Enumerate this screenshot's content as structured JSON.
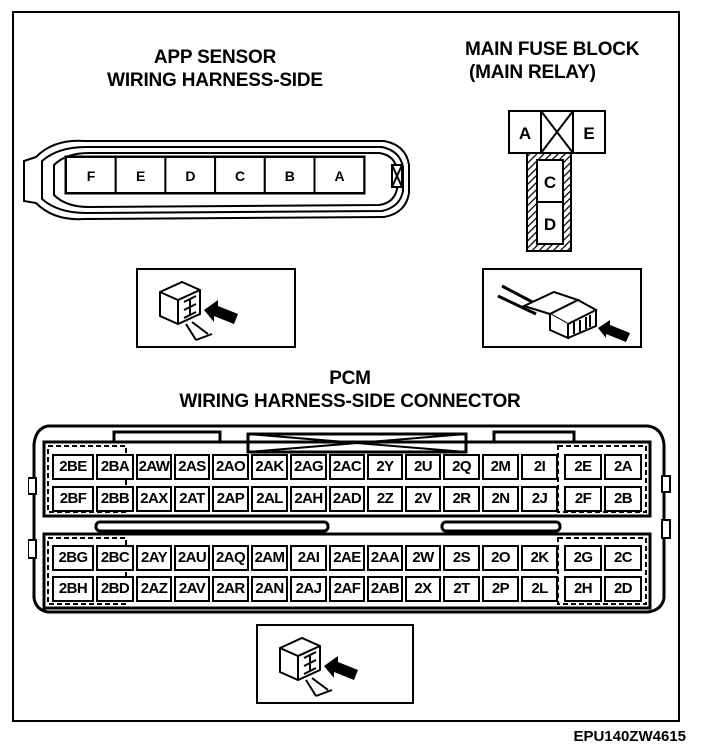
{
  "app_sensor": {
    "title_line1": "APP SENSOR",
    "title_line2": "WIRING HARNESS-SIDE",
    "terminals": [
      "F",
      "E",
      "D",
      "C",
      "B",
      "A"
    ],
    "end_marker": "blocked-terminal"
  },
  "main_fuse_block": {
    "title_line1": "MAIN FUSE BLOCK",
    "title_line2": "(MAIN RELAY)",
    "top_row": [
      "A",
      "",
      "E"
    ],
    "blocked_position": 1,
    "column": [
      "C",
      "D"
    ]
  },
  "pcm": {
    "title_line1": "PCM",
    "title_line2": "WIRING HARNESS-SIDE CONNECTOR",
    "upper_block": {
      "row1": [
        "2BE",
        "2BA",
        "2AW",
        "2AS",
        "2AO",
        "2AK",
        "2AG",
        "2AC",
        "2Y",
        "2U",
        "2Q",
        "2M",
        "2I",
        "2E",
        "2A"
      ],
      "row2": [
        "2BF",
        "2BB",
        "2AX",
        "2AT",
        "2AP",
        "2AL",
        "2AH",
        "2AD",
        "2Z",
        "2V",
        "2R",
        "2N",
        "2J",
        "2F",
        "2B"
      ]
    },
    "lower_block": {
      "row1": [
        "2BG",
        "2BC",
        "2AY",
        "2AU",
        "2AQ",
        "2AM",
        "2AI",
        "2AE",
        "2AA",
        "2W",
        "2S",
        "2O",
        "2K",
        "2G",
        "2C"
      ],
      "row2": [
        "2BH",
        "2BD",
        "2AZ",
        "2AV",
        "2AR",
        "2AN",
        "2AJ",
        "2AF",
        "2AB",
        "2X",
        "2T",
        "2P",
        "2L",
        "2H",
        "2D"
      ]
    }
  },
  "view_icons": [
    {
      "name": "app-sensor-view",
      "depicts": "connector-front-view-arrow"
    },
    {
      "name": "main-relay-view",
      "depicts": "connector-wire-side-view-arrow"
    },
    {
      "name": "pcm-view",
      "depicts": "connector-front-view-arrow"
    }
  ],
  "reference_code": "EPU140ZW4615"
}
